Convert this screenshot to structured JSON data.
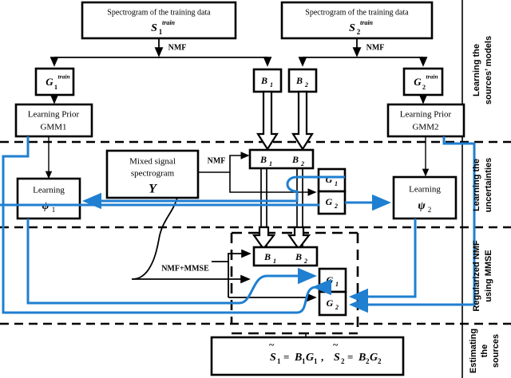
{
  "diagram": {
    "title": "Regularized NMF source separation block diagram",
    "colors": {
      "line": "#000000",
      "feedback": "#1f7fd0",
      "box_fill": "#ffffff"
    }
  },
  "stages": [
    {
      "id": "stage-1",
      "label_line1": "Learning the",
      "label_line2": "sources’ models"
    },
    {
      "id": "stage-2",
      "label_line1": "Learning the",
      "label_line2": "uncertainties"
    },
    {
      "id": "stage-3",
      "label_line1": "Regularized NMF",
      "label_line2": "using MMSE"
    },
    {
      "id": "stage-4",
      "label_line1": "Estimating",
      "label_line2": "the",
      "label_line3": "sources"
    }
  ],
  "boxes": {
    "spec1": {
      "line1": "Spectrogram  of the training  data",
      "sym": "S",
      "sub": "1",
      "sup": "train"
    },
    "spec2": {
      "line1": "Spectrogram  of the training  data",
      "sym": "S",
      "sub": "2",
      "sup": "train"
    },
    "gtrain1": {
      "sym": "G",
      "sub": "1",
      "sup": "train"
    },
    "gtrain2": {
      "sym": "G",
      "sub": "2",
      "sup": "train"
    },
    "btop1": {
      "sym": "B",
      "sub": "1"
    },
    "btop2": {
      "sym": "B",
      "sub": "2"
    },
    "prior1": {
      "line1": "Learning Prior",
      "line2": "GMM1"
    },
    "prior2": {
      "line1": "Learning Prior",
      "line2": "GMM2"
    },
    "learn1": {
      "line1": "Learning",
      "sym": "ψ",
      "sub": "1"
    },
    "learn2": {
      "line1": "Learning",
      "sym": "ψ",
      "sub": "2"
    },
    "mixed": {
      "line1": "Mixed signal",
      "line2": "spectrogram",
      "sym": "Y"
    },
    "bmid": {
      "sym1": "B",
      "sub1": "1",
      "sym2": "B",
      "sub2": "2"
    },
    "gmid1": {
      "sym": "G",
      "sub": "1"
    },
    "gmid2": {
      "sym": "G",
      "sub": "2"
    },
    "bbot": {
      "sym1": "B",
      "sub1": "1",
      "sym2": "B",
      "sub2": "2"
    },
    "gbot1": {
      "sym": "G",
      "sub": "1"
    },
    "gbot2": {
      "sym": "G",
      "sub": "2"
    },
    "result": {
      "text": "S̃1 = B1G1 ,   S̃2 = B2G2"
    }
  },
  "edge_labels": {
    "nmf_left": "NMF",
    "nmf_right": "NMF",
    "nmf_mixed": "NMF",
    "nmf_mmse": "NMF+MMSE"
  }
}
